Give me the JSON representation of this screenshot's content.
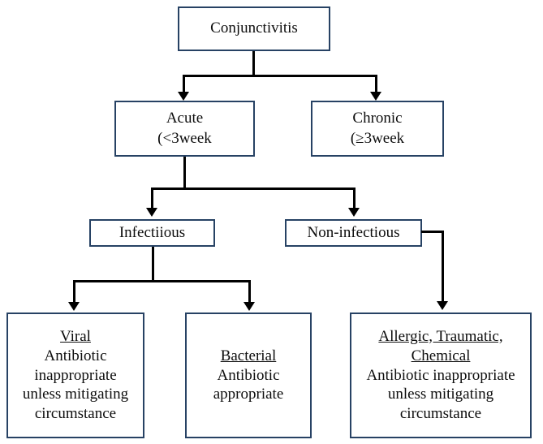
{
  "diagram": {
    "title_text": "Conjunctivitis",
    "type": "flowchart",
    "border_color": "#274264",
    "connector_color": "#000000",
    "background": "#ffffff",
    "nodes": {
      "root": {
        "label": "Conjunctivitis"
      },
      "acute": {
        "line1": "Acute",
        "line2": "(<3week"
      },
      "chronic": {
        "line1": "Chronic",
        "line2": "(≥3week"
      },
      "infectious": {
        "label": "Infectiious"
      },
      "non_infectious": {
        "label": "Non-infectious"
      },
      "viral": {
        "heading": "Viral",
        "line1": "Antibiotic",
        "line2": "inappropriate",
        "line3": "unless mitigating",
        "line4": "circumstance"
      },
      "bacterial": {
        "heading": "Bacterial",
        "line1": "Antibiotic",
        "line2": "appropriate"
      },
      "other": {
        "heading1": "Allergic, Traumatic,",
        "heading2": "Chemical",
        "line1": "Antibiotic inappropriate",
        "line2": "unless mitigating",
        "line3": "circumstance"
      }
    },
    "edges": [
      {
        "from": "root",
        "to": "acute"
      },
      {
        "from": "root",
        "to": "chronic"
      },
      {
        "from": "acute",
        "to": "infectious"
      },
      {
        "from": "acute",
        "to": "non_infectious"
      },
      {
        "from": "infectious",
        "to": "viral"
      },
      {
        "from": "infectious",
        "to": "bacterial"
      },
      {
        "from": "non_infectious",
        "to": "other"
      }
    ]
  }
}
